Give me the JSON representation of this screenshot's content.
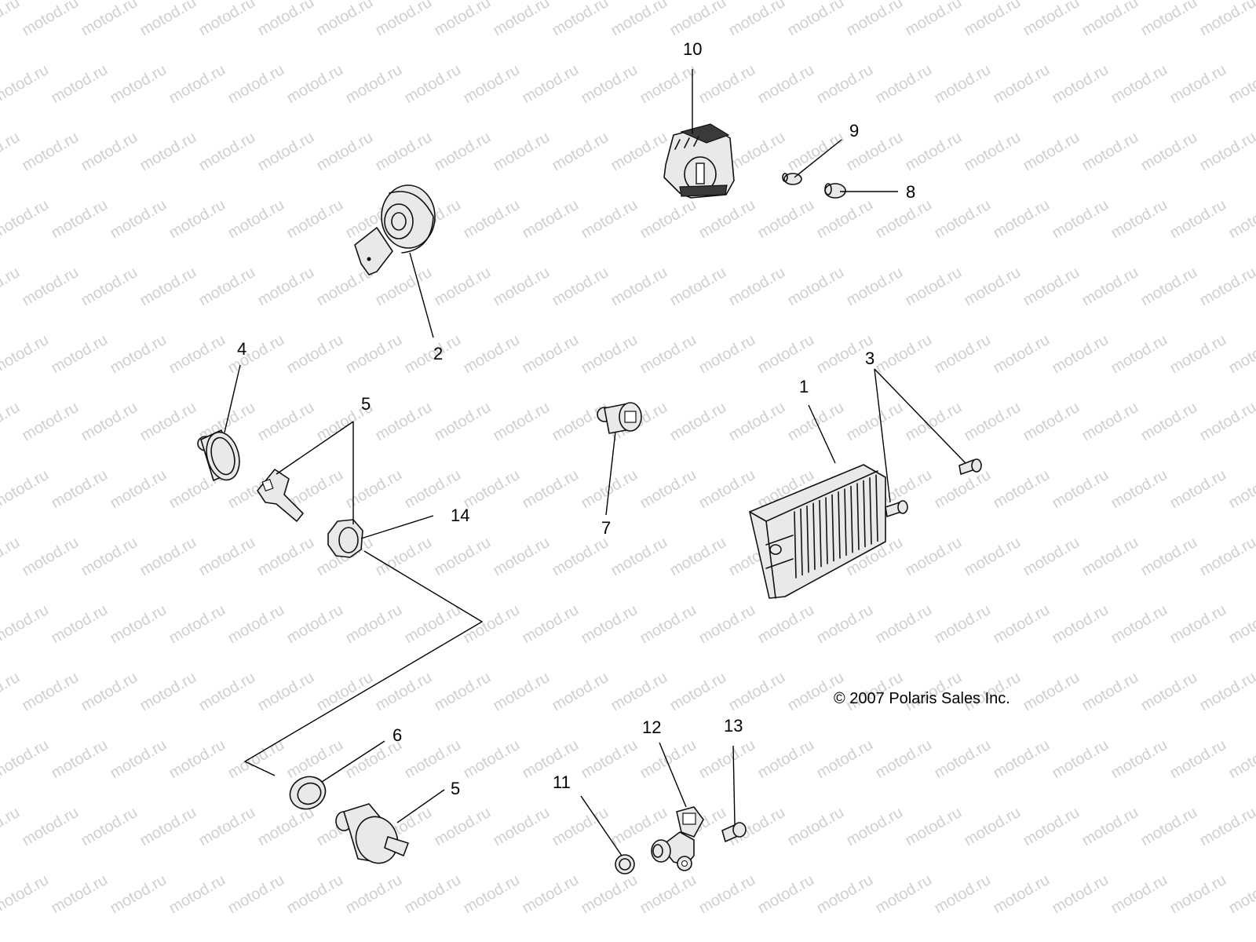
{
  "diagram": {
    "watermark_text": "motod.ru",
    "copyright": "© 2007 Polaris Sales Inc.",
    "callouts": [
      {
        "id": "c10",
        "text": "10"
      },
      {
        "id": "c9",
        "text": "9"
      },
      {
        "id": "c8",
        "text": "8"
      },
      {
        "id": "c2",
        "text": "2"
      },
      {
        "id": "c4",
        "text": "4"
      },
      {
        "id": "c5a",
        "text": "5"
      },
      {
        "id": "c14",
        "text": "14"
      },
      {
        "id": "c7",
        "text": "7"
      },
      {
        "id": "c1",
        "text": "1"
      },
      {
        "id": "c3",
        "text": "3"
      },
      {
        "id": "c6",
        "text": "6"
      },
      {
        "id": "c5b",
        "text": "5"
      },
      {
        "id": "c12",
        "text": "12"
      },
      {
        "id": "c13",
        "text": "13"
      },
      {
        "id": "c11",
        "text": "11"
      }
    ]
  }
}
